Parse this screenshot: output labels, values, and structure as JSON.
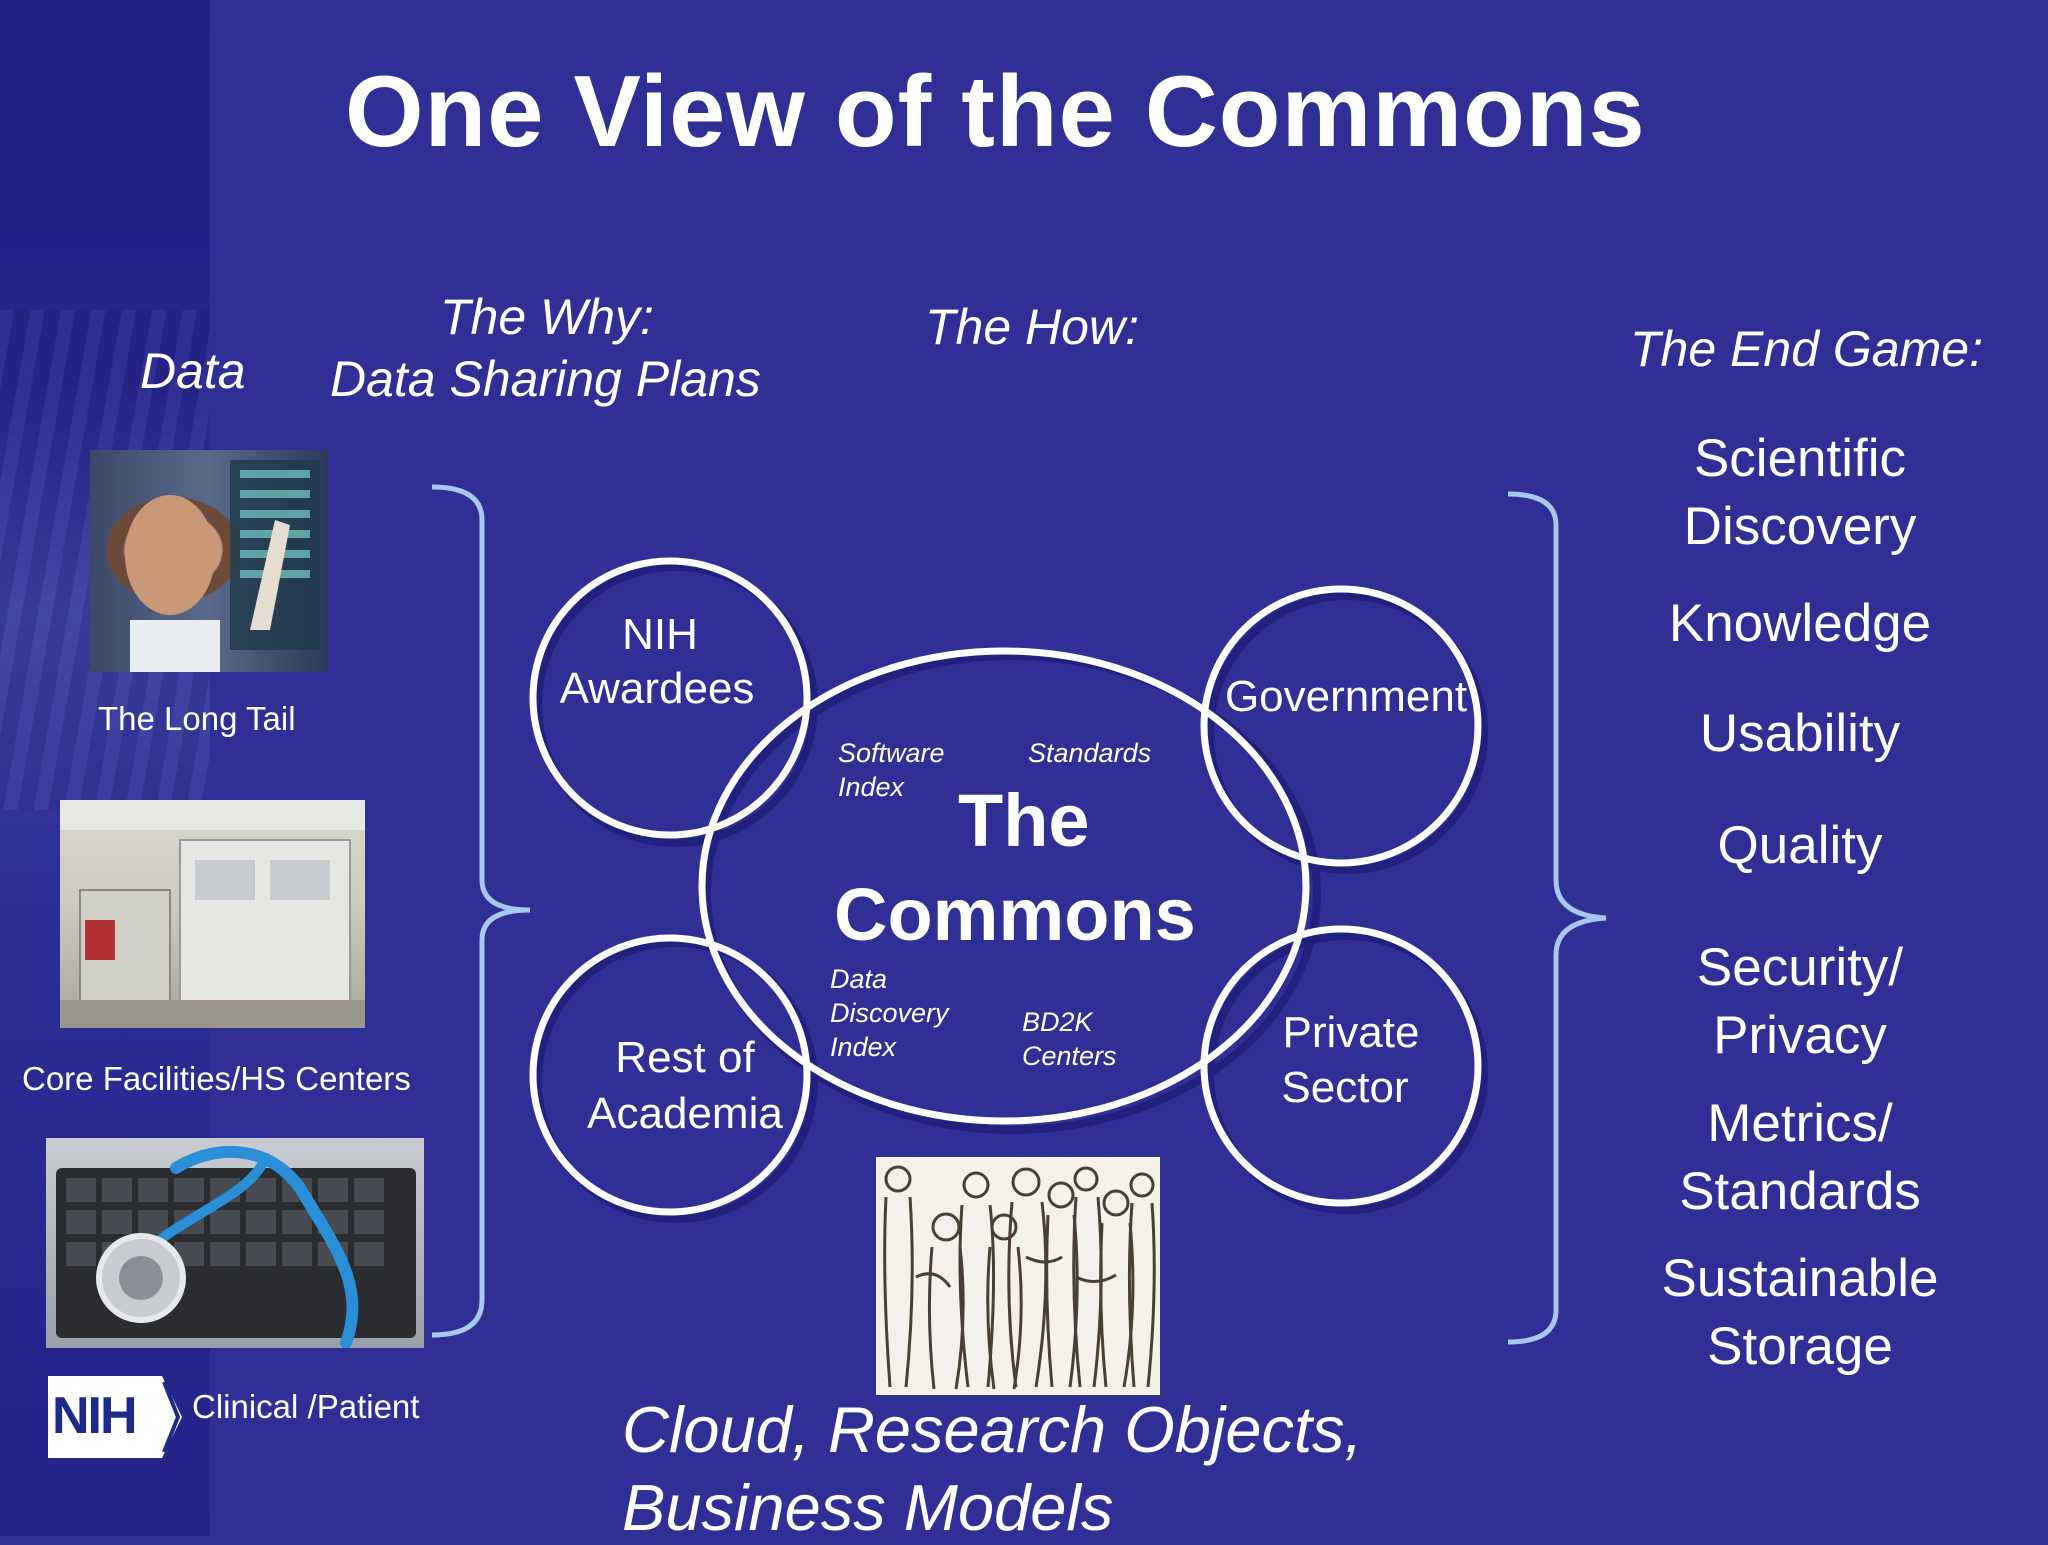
{
  "title": "One View of the Commons",
  "columns": {
    "data": "Data",
    "why_line1": "The Why:",
    "why_line2": "Data Sharing Plans",
    "how": "The How:",
    "end_game": "The End Game:"
  },
  "data_sources": [
    {
      "label": "The Long Tail"
    },
    {
      "label": "Core Facilities/HS Centers"
    },
    {
      "label": "Clinical /Patient"
    }
  ],
  "logo": {
    "text": "NIH"
  },
  "center": {
    "line1": "The",
    "line2": "Commons",
    "software_index_1": "Software",
    "software_index_2": "Index",
    "standards": "Standards",
    "data_discovery_1": "Data",
    "data_discovery_2": "Discovery",
    "data_discovery_3": "Index",
    "bd2k_1": "BD2K",
    "bd2k_2": "Centers"
  },
  "stakeholders": {
    "nih_1": "NIH",
    "nih_2": "Awardees",
    "government": "Government",
    "academia_1": "Rest of",
    "academia_2": "Academia",
    "private_1": "Private",
    "private_2": "Sector"
  },
  "end_game_items": {
    "sci_1": "Scientific",
    "sci_2": "Discovery",
    "knowledge": "Knowledge",
    "usability": "Usability",
    "quality": "Quality",
    "sec_1": "Security/",
    "sec_2": "Privacy",
    "met_1": "Metrics/",
    "met_2": "Standards",
    "sus_1": "Sustainable",
    "sus_2": "Storage"
  },
  "footer": {
    "line1": "Cloud, Research Objects,",
    "line2": "Business Models"
  },
  "colors": {
    "background": "#2f2f96",
    "bracket": "#a8c8f0",
    "text": "#ffffff"
  }
}
